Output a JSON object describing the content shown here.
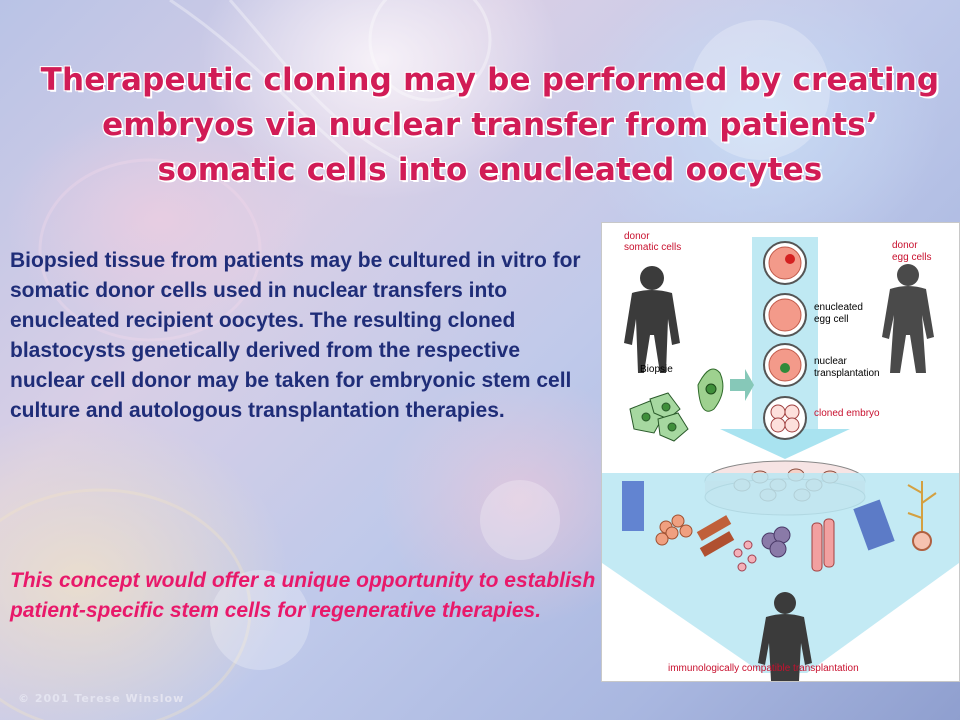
{
  "slide": {
    "title": "Therapeutic cloning may be performed by creating embryos via nuclear transfer from patients’ somatic cells into enucleated oocytes",
    "body": "Biopsied tissue from patients may be cultured in vitro for somatic donor cells used in nuclear transfers into enucleated recipient oocytes. The resulting cloned blastocysts genetically derived from the respective nuclear cell donor may be taken for embryonic stem cell culture and autologous transplantation therapies.",
    "highlight": "This concept would offer a unique opportunity to establish patient-specific stem cells for regenerative therapies.",
    "copyright": "© 2001 Terese Winslow"
  },
  "figure": {
    "labels": {
      "donor_somatic_line1": "donor",
      "donor_somatic_line2": "somatic cells",
      "donor_egg_line1": "donor",
      "donor_egg_line2": "egg cells",
      "biopsie": "Biopsie",
      "enucleated_line1": "enucleated",
      "enucleated_line2": "egg cell",
      "nuclear_line1": "nuclear",
      "nuclear_line2": "transplantation",
      "cloned_embryo": "cloned embryo",
      "compatible": "immunologically compatible transplantation"
    }
  },
  "colors": {
    "title": "#d11c56",
    "body": "#1f2d78",
    "highlight": "#e8196a",
    "arrow": "#a9e3f0",
    "egg": "#f39a8a"
  }
}
